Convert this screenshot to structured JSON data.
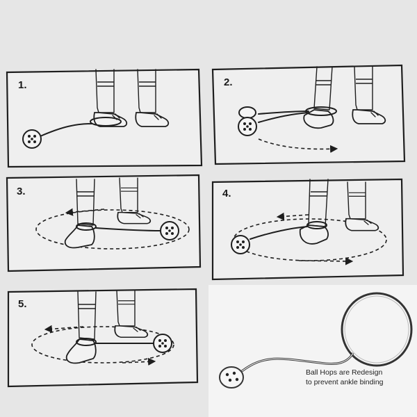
{
  "panels": [
    {
      "number": "1."
    },
    {
      "number": "2."
    },
    {
      "number": "3."
    },
    {
      "number": "4."
    },
    {
      "number": "5."
    }
  ],
  "product": {
    "caption_line1": "Ball Hops are Redesign",
    "caption_line2": "to prevent ankle binding"
  }
}
